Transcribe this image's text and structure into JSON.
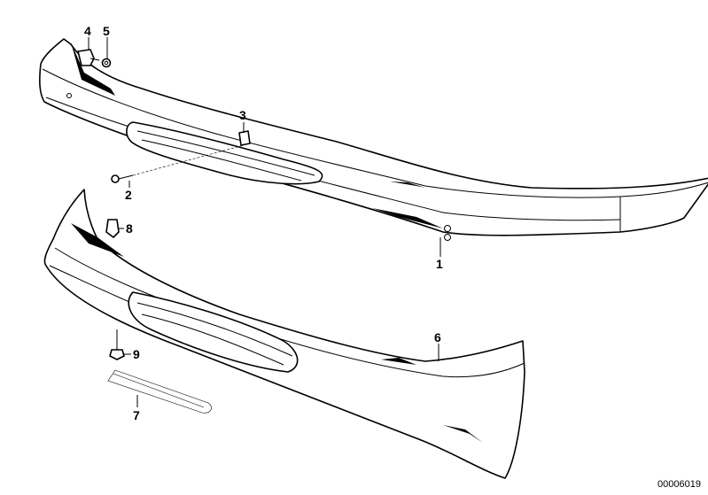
{
  "callouts": {
    "c1": "1",
    "c2": "2",
    "c3": "3",
    "c4": "4",
    "c5": "5",
    "c6": "6",
    "c7": "7",
    "c8": "8",
    "c9": "9"
  },
  "reference_number": "00006019"
}
